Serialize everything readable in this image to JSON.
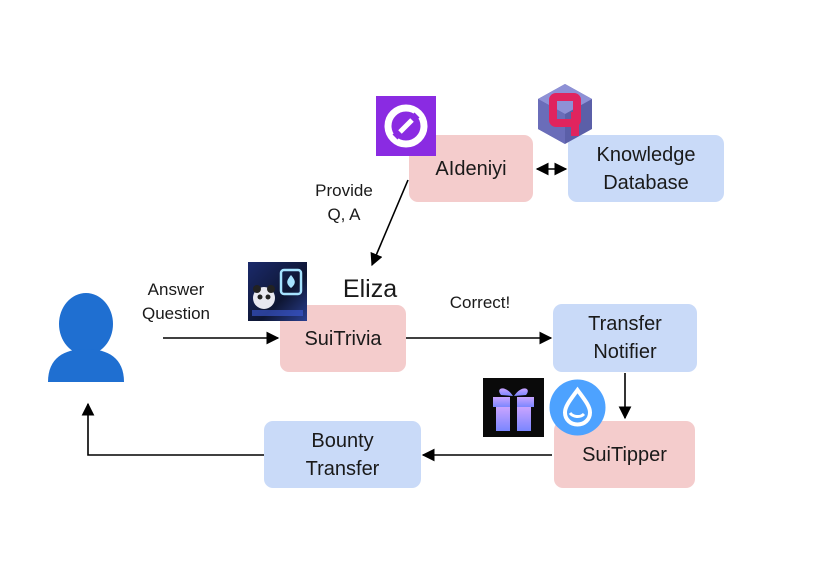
{
  "nodes": {
    "aideniyi": "AIdeniyi",
    "knowledge_db": [
      "Knowledge",
      "Database"
    ],
    "suitrivia": "SuiTrivia",
    "transfer_notifier": [
      "Transfer",
      "Notifier"
    ],
    "suitipper": "SuiTipper",
    "bounty_transfer": [
      "Bounty",
      "Transfer"
    ]
  },
  "labels": {
    "provide_qa": [
      "Provide",
      "Q, A"
    ],
    "answer_question": [
      "Answer",
      "Question"
    ],
    "correct": "Correct!",
    "eliza": "Eliza"
  },
  "colors": {
    "pink": "#f4cccc",
    "blue": "#c9daf8",
    "user": "#1f6fd1",
    "arrow": "#000000"
  },
  "icons": [
    "user-icon",
    "aideniyi-logo-icon",
    "knowledge-db-logo-icon",
    "eliza-panda-logo-icon",
    "gift-icon",
    "sui-drop-icon"
  ]
}
